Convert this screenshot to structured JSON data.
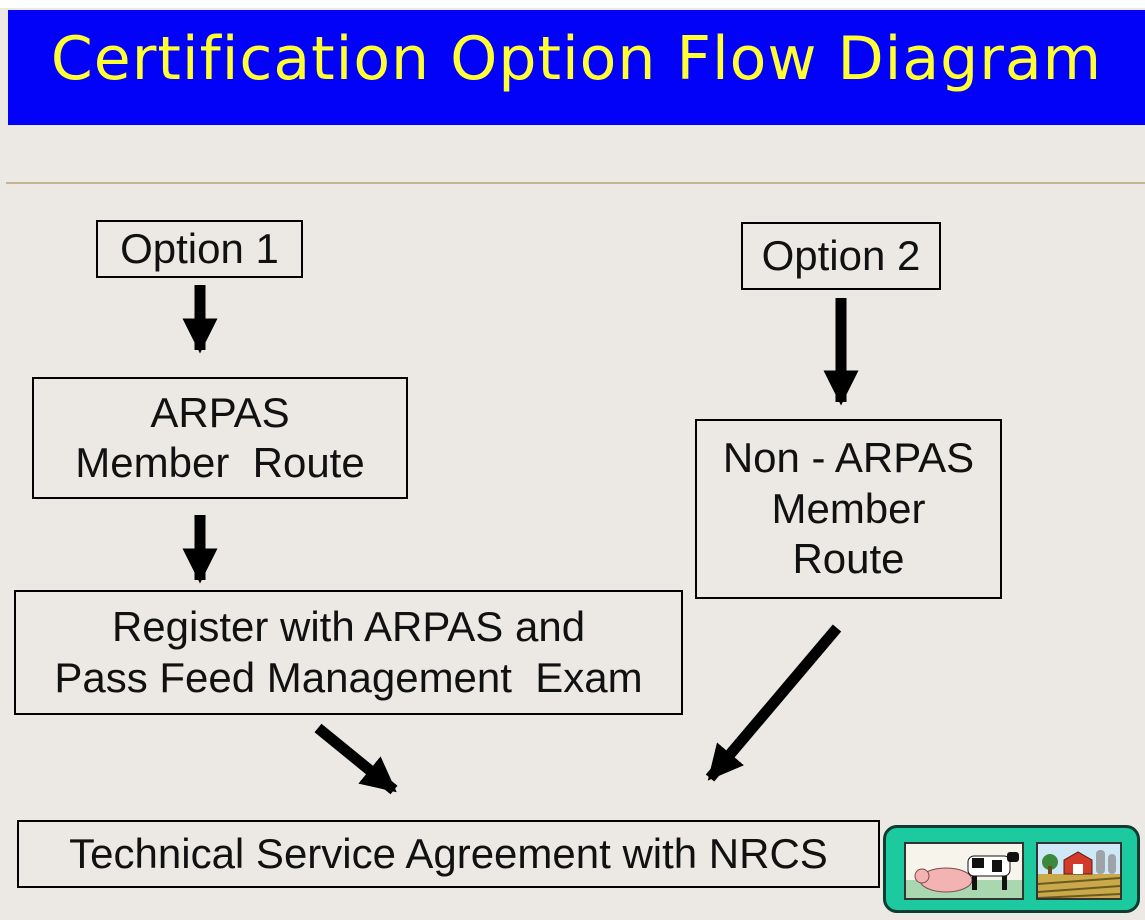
{
  "title": "Certification Option Flow Diagram",
  "colors": {
    "title_bar": "#0202f8",
    "title_text": "#ffff33",
    "background": "#ece9e5",
    "divider": "#c6b48e",
    "badge": "#1dcaa0"
  },
  "nodes": {
    "option1": "Option 1",
    "option2": "Option 2",
    "arpas_route": [
      "ARPAS",
      "Member  Route"
    ],
    "non_arpas_route": [
      "Non - ARPAS",
      "Member",
      "Route"
    ],
    "register_exam": [
      "Register with ARPAS and",
      "Pass Feed Management  Exam"
    ],
    "tsa": "Technical Service Agreement with NRCS"
  },
  "edges": [
    {
      "from": "option1",
      "to": "arpas_route"
    },
    {
      "from": "arpas_route",
      "to": "register_exam"
    },
    {
      "from": "register_exam",
      "to": "tsa"
    },
    {
      "from": "option2",
      "to": "non_arpas_route"
    },
    {
      "from": "non_arpas_route",
      "to": "tsa"
    }
  ],
  "badge_icons": [
    "livestock-clipart-icon",
    "farm-barn-clipart-icon"
  ]
}
